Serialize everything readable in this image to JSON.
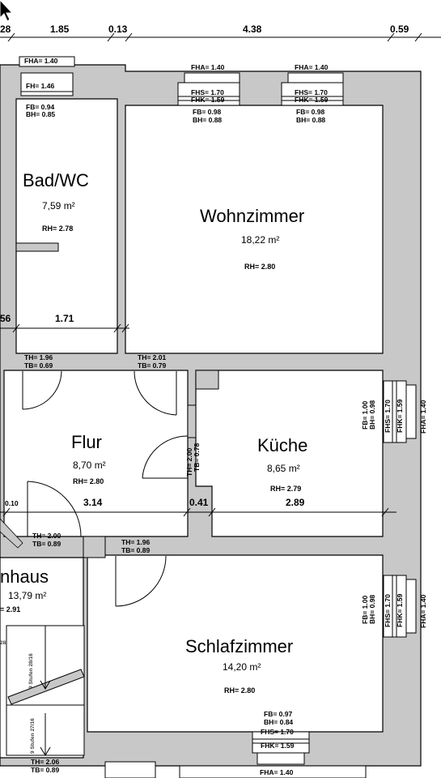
{
  "top_dimensions": [
    "28",
    "1.85",
    "0.13",
    "4.38",
    "0.59"
  ],
  "rooms": {
    "bad": {
      "name": "Bad/WC",
      "area": "7,59 m²",
      "rh": "RH= 2.78"
    },
    "wohn": {
      "name": "Wohnzimmer",
      "area": "18,22 m²",
      "rh": "RH= 2.80"
    },
    "flur": {
      "name": "Flur",
      "area": "8,70 m²",
      "rh": "RH= 2.80"
    },
    "kueche": {
      "name": "Küche",
      "area": "8,65 m²",
      "rh": "RH= 2.79"
    },
    "treppe": {
      "name": "nhaus",
      "area": "13,79 m²",
      "rh": "= 2.91"
    },
    "schlaf": {
      "name": "Schlafzimmer",
      "area": "14,20 m²",
      "rh": "RH= 2.80"
    }
  },
  "windows": {
    "bad": {
      "fha": "FHA= 1.40",
      "fh": "FH= 1.46",
      "fb": "FB= 0.94",
      "bh": "BH= 0.85"
    },
    "wohn1": {
      "fha": "FHA= 1.40",
      "fhs": "FHS= 1.70",
      "fhk": "FHK= 1.59",
      "fb": "FB= 0.98",
      "bh": "BH= 0.88"
    },
    "wohn2": {
      "fha": "FHA= 1.40",
      "fhs": "FHS= 1.70",
      "fhk": "FHK= 1.59",
      "fb": "FB= 0.98",
      "bh": "BH= 0.88"
    },
    "kueche": {
      "fb": "FB= 1.00",
      "bh": "BH= 0.98",
      "fhs": "FHS= 1.70",
      "fhk": "FHK= 1.59",
      "fha": "FHA= 1.40"
    },
    "schlaf_side": {
      "fb": "FB= 1.00",
      "bh": "BH= 0.98",
      "fhs": "FHS= 1.70",
      "fhk": "FHK= 1.59",
      "fha": "FHA= 1.40"
    },
    "schlaf_bottom": {
      "fb": "FB= 0.97",
      "bh": "BH= 0.84",
      "fhs": "FHS= 1.70",
      "fhk": "FHK= 1.59",
      "fha": "FHA= 1.40"
    }
  },
  "doors": {
    "bad": {
      "th": "TH= 1.96",
      "tb": "TB= 0.69"
    },
    "wohn": {
      "th": "TH= 2.01",
      "tb": "TB= 0.79"
    },
    "kueche": {
      "th": "TH= 2.00",
      "tb": "TB= 0.78"
    },
    "eingang": {
      "th": "TH= 2.00",
      "tb": "TB= 0.89"
    },
    "schlaf": {
      "th": "TH= 1.96",
      "tb": "TB= 0.89"
    },
    "unten": {
      "th": "TH= 2.06",
      "tb": "TB= 0.89"
    }
  },
  "interior_dimensions": {
    "d_056": "56",
    "d_171": "1.71",
    "d_010": "0.10",
    "d_314": "3.14",
    "d_041": "0.41",
    "d_289": "2.89",
    "d_28": "28"
  },
  "stairs": {
    "upper": "9 Stufen 28/16",
    "lower": "9 Stufen 27/16"
  }
}
